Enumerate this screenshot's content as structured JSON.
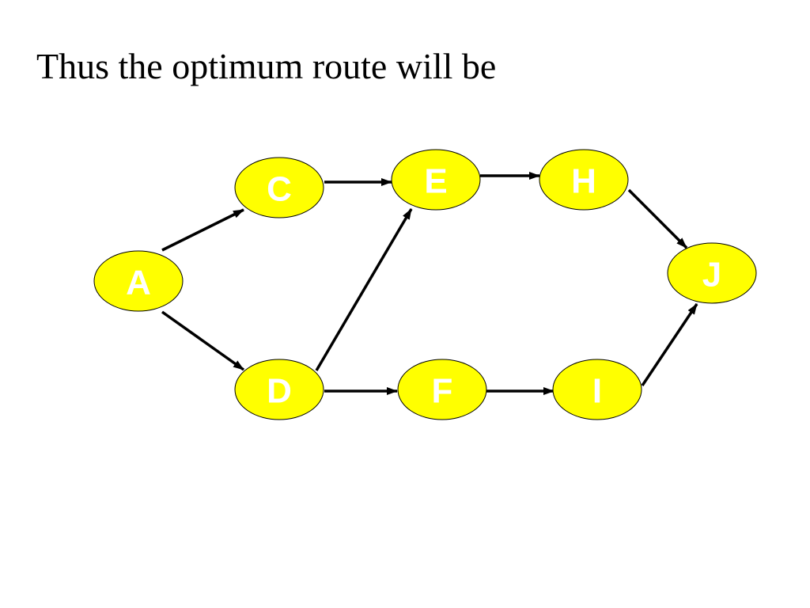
{
  "slide": {
    "title": "Thus the optimum route will be"
  },
  "colors": {
    "node_fill": "#ffff00",
    "node_stroke": "#000000",
    "node_text": "#ffffff",
    "edge": "#000000",
    "background": "#ffffff"
  },
  "diagram": {
    "nodes": [
      {
        "id": "A",
        "label": "A"
      },
      {
        "id": "C",
        "label": "C"
      },
      {
        "id": "D",
        "label": "D"
      },
      {
        "id": "E",
        "label": "E"
      },
      {
        "id": "F",
        "label": "F"
      },
      {
        "id": "H",
        "label": "H"
      },
      {
        "id": "I",
        "label": "I"
      },
      {
        "id": "J",
        "label": "J"
      }
    ],
    "edges": [
      {
        "from": "A",
        "to": "C"
      },
      {
        "from": "A",
        "to": "D"
      },
      {
        "from": "C",
        "to": "E"
      },
      {
        "from": "D",
        "to": "E"
      },
      {
        "from": "D",
        "to": "F"
      },
      {
        "from": "E",
        "to": "H"
      },
      {
        "from": "F",
        "to": "I"
      },
      {
        "from": "H",
        "to": "J"
      },
      {
        "from": "I",
        "to": "J"
      }
    ]
  }
}
